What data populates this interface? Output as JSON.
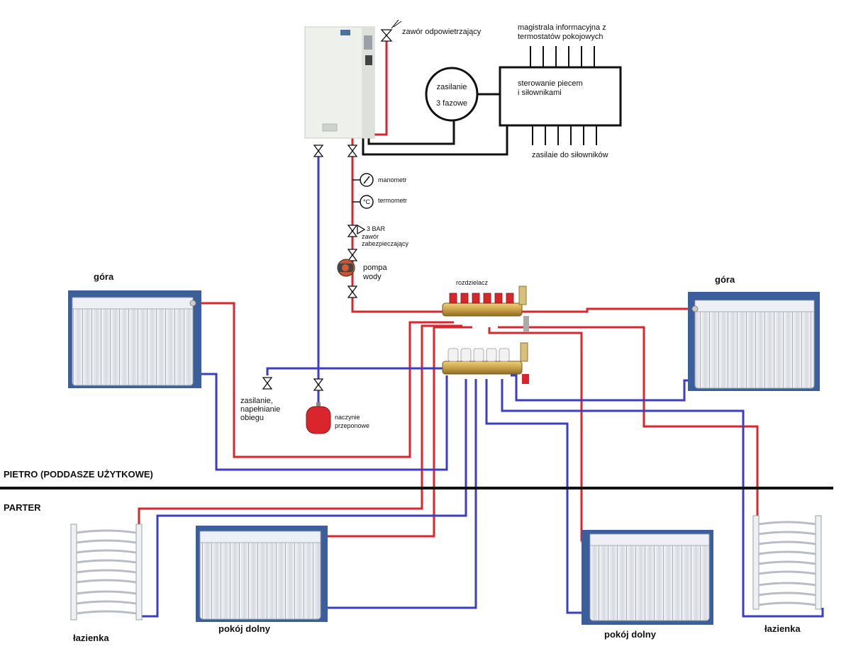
{
  "labels": {
    "vent_valve": "zawór odpowietrzający",
    "info_bus_1": "magistrala informacyjna z",
    "info_bus_2": "termostatów pokojowych",
    "controller_1": "sterowanie piecem",
    "controller_2": "i siłownikami",
    "power_1": "zasilanie",
    "power_2": "3 fazowe",
    "actuator_power": "zasilaie do siłowników",
    "manometer": "manometr",
    "thermometer": "termometr",
    "thermometer_symbol": "°C",
    "safety_bar": "3 BAR",
    "safety_valve_1": "zawór",
    "safety_valve_2": "zabezpieczający",
    "pump_1": "pompa",
    "pump_2": "wody",
    "manifold": "rozdzielacz",
    "fill_1": "zasilanie,",
    "fill_2": "napełnianie",
    "fill_3": "obiegu",
    "expansion_1": "naczynie",
    "expansion_2": "przeponowe",
    "radiator_top_left": "góra",
    "radiator_top_right": "góra",
    "floor_upper": "PIETRO (PODDASZE UŻYTKOWE)",
    "floor_ground": "PARTER",
    "bathroom_left": "łazienka",
    "room_left": "pokój dolny",
    "room_right": "pokój dolny",
    "bathroom_right": "łazienka"
  },
  "colors": {
    "supply_pipe": "#d9262c",
    "return_pipe": "#3b3ec4",
    "cable": "#111111",
    "manifold_brass": "#c9a24a",
    "radiator_panel": "#e4e7ec",
    "radiator_frame": "#2b4a7d"
  }
}
